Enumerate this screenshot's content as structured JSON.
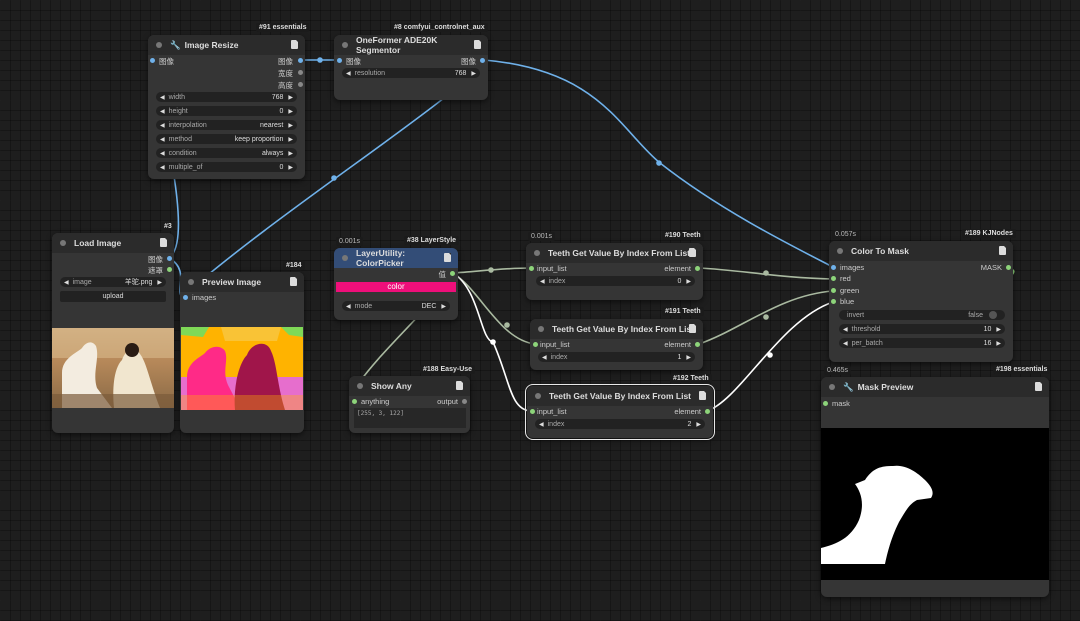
{
  "colors": {
    "image_wire": "#6fb1ea",
    "data_wire": "#a9b9a0",
    "mask_wire": "#ffffff",
    "green_slot": "#8dd47a",
    "pink": "#ee0f7a"
  },
  "badges": {
    "image_resize": "#91 essentials",
    "oneformer": "#8 comfyui_controlnet_aux",
    "load_image": "#3",
    "preview_image": "#184",
    "colorpicker": "#38 LayerStyle",
    "showany": "#188 Easy-Use",
    "teeth190": "#190 Teeth",
    "teeth191": "#191 Teeth",
    "teeth192": "#192 Teeth",
    "colortomask": "#189 KJNodes",
    "maskpreview": "#198 essentials"
  },
  "times": {
    "colorpicker": "0.001s",
    "teeth190": "0.001s",
    "colortomask": "0.057s",
    "maskpreview": "0.465s"
  },
  "image_resize": {
    "title": "Image Resize",
    "icon": "wrench-icon",
    "input": "图像",
    "out_image": "图像",
    "out_width": "宽度",
    "out_height": "高度",
    "widgets": [
      {
        "label": "width",
        "value": "768"
      },
      {
        "label": "height",
        "value": "0"
      },
      {
        "label": "interpolation",
        "value": "nearest"
      },
      {
        "label": "method",
        "value": "keep proportion"
      },
      {
        "label": "condition",
        "value": "always"
      },
      {
        "label": "multiple_of",
        "value": "0"
      }
    ]
  },
  "oneformer": {
    "title": "OneFormer ADE20K Segmentor",
    "input": "图像",
    "output": "图像",
    "widget_label": "resolution",
    "widget_value": "768"
  },
  "load_image": {
    "title": "Load Image",
    "out_image": "图像",
    "out_mask": "遮罩",
    "widget_label": "image",
    "widget_value": "羊驼.png",
    "upload": "upload"
  },
  "preview_image": {
    "title": "Preview Image",
    "input": "images"
  },
  "colorpicker": {
    "title": "LayerUtility: ColorPicker",
    "output": "值",
    "color_label": "color",
    "mode_label": "mode",
    "mode_value": "DEC"
  },
  "showany": {
    "title": "Show Any",
    "input": "anything",
    "output": "output",
    "text": "[255, 3, 122]"
  },
  "teeth190": {
    "title": "Teeth Get Value By Index From List",
    "input": "input_list",
    "output": "element",
    "widget_label": "index",
    "widget_value": "0"
  },
  "teeth191": {
    "title": "Teeth Get Value By Index From List",
    "input": "input_list",
    "output": "element",
    "widget_label": "index",
    "widget_value": "1"
  },
  "teeth192": {
    "title": "Teeth Get Value By Index From List",
    "input": "input_list",
    "output": "element",
    "widget_label": "index",
    "widget_value": "2"
  },
  "colortomask": {
    "title": "Color To Mask",
    "in_images": "images",
    "in_red": "red",
    "in_green": "green",
    "in_blue": "blue",
    "output": "MASK",
    "invert_label": "invert",
    "invert_value": "false",
    "threshold_label": "threshold",
    "threshold_value": "10",
    "per_batch_label": "per_batch",
    "per_batch_value": "16"
  },
  "maskpreview": {
    "title": "Mask Preview",
    "icon": "wrench-icon",
    "input": "mask"
  }
}
